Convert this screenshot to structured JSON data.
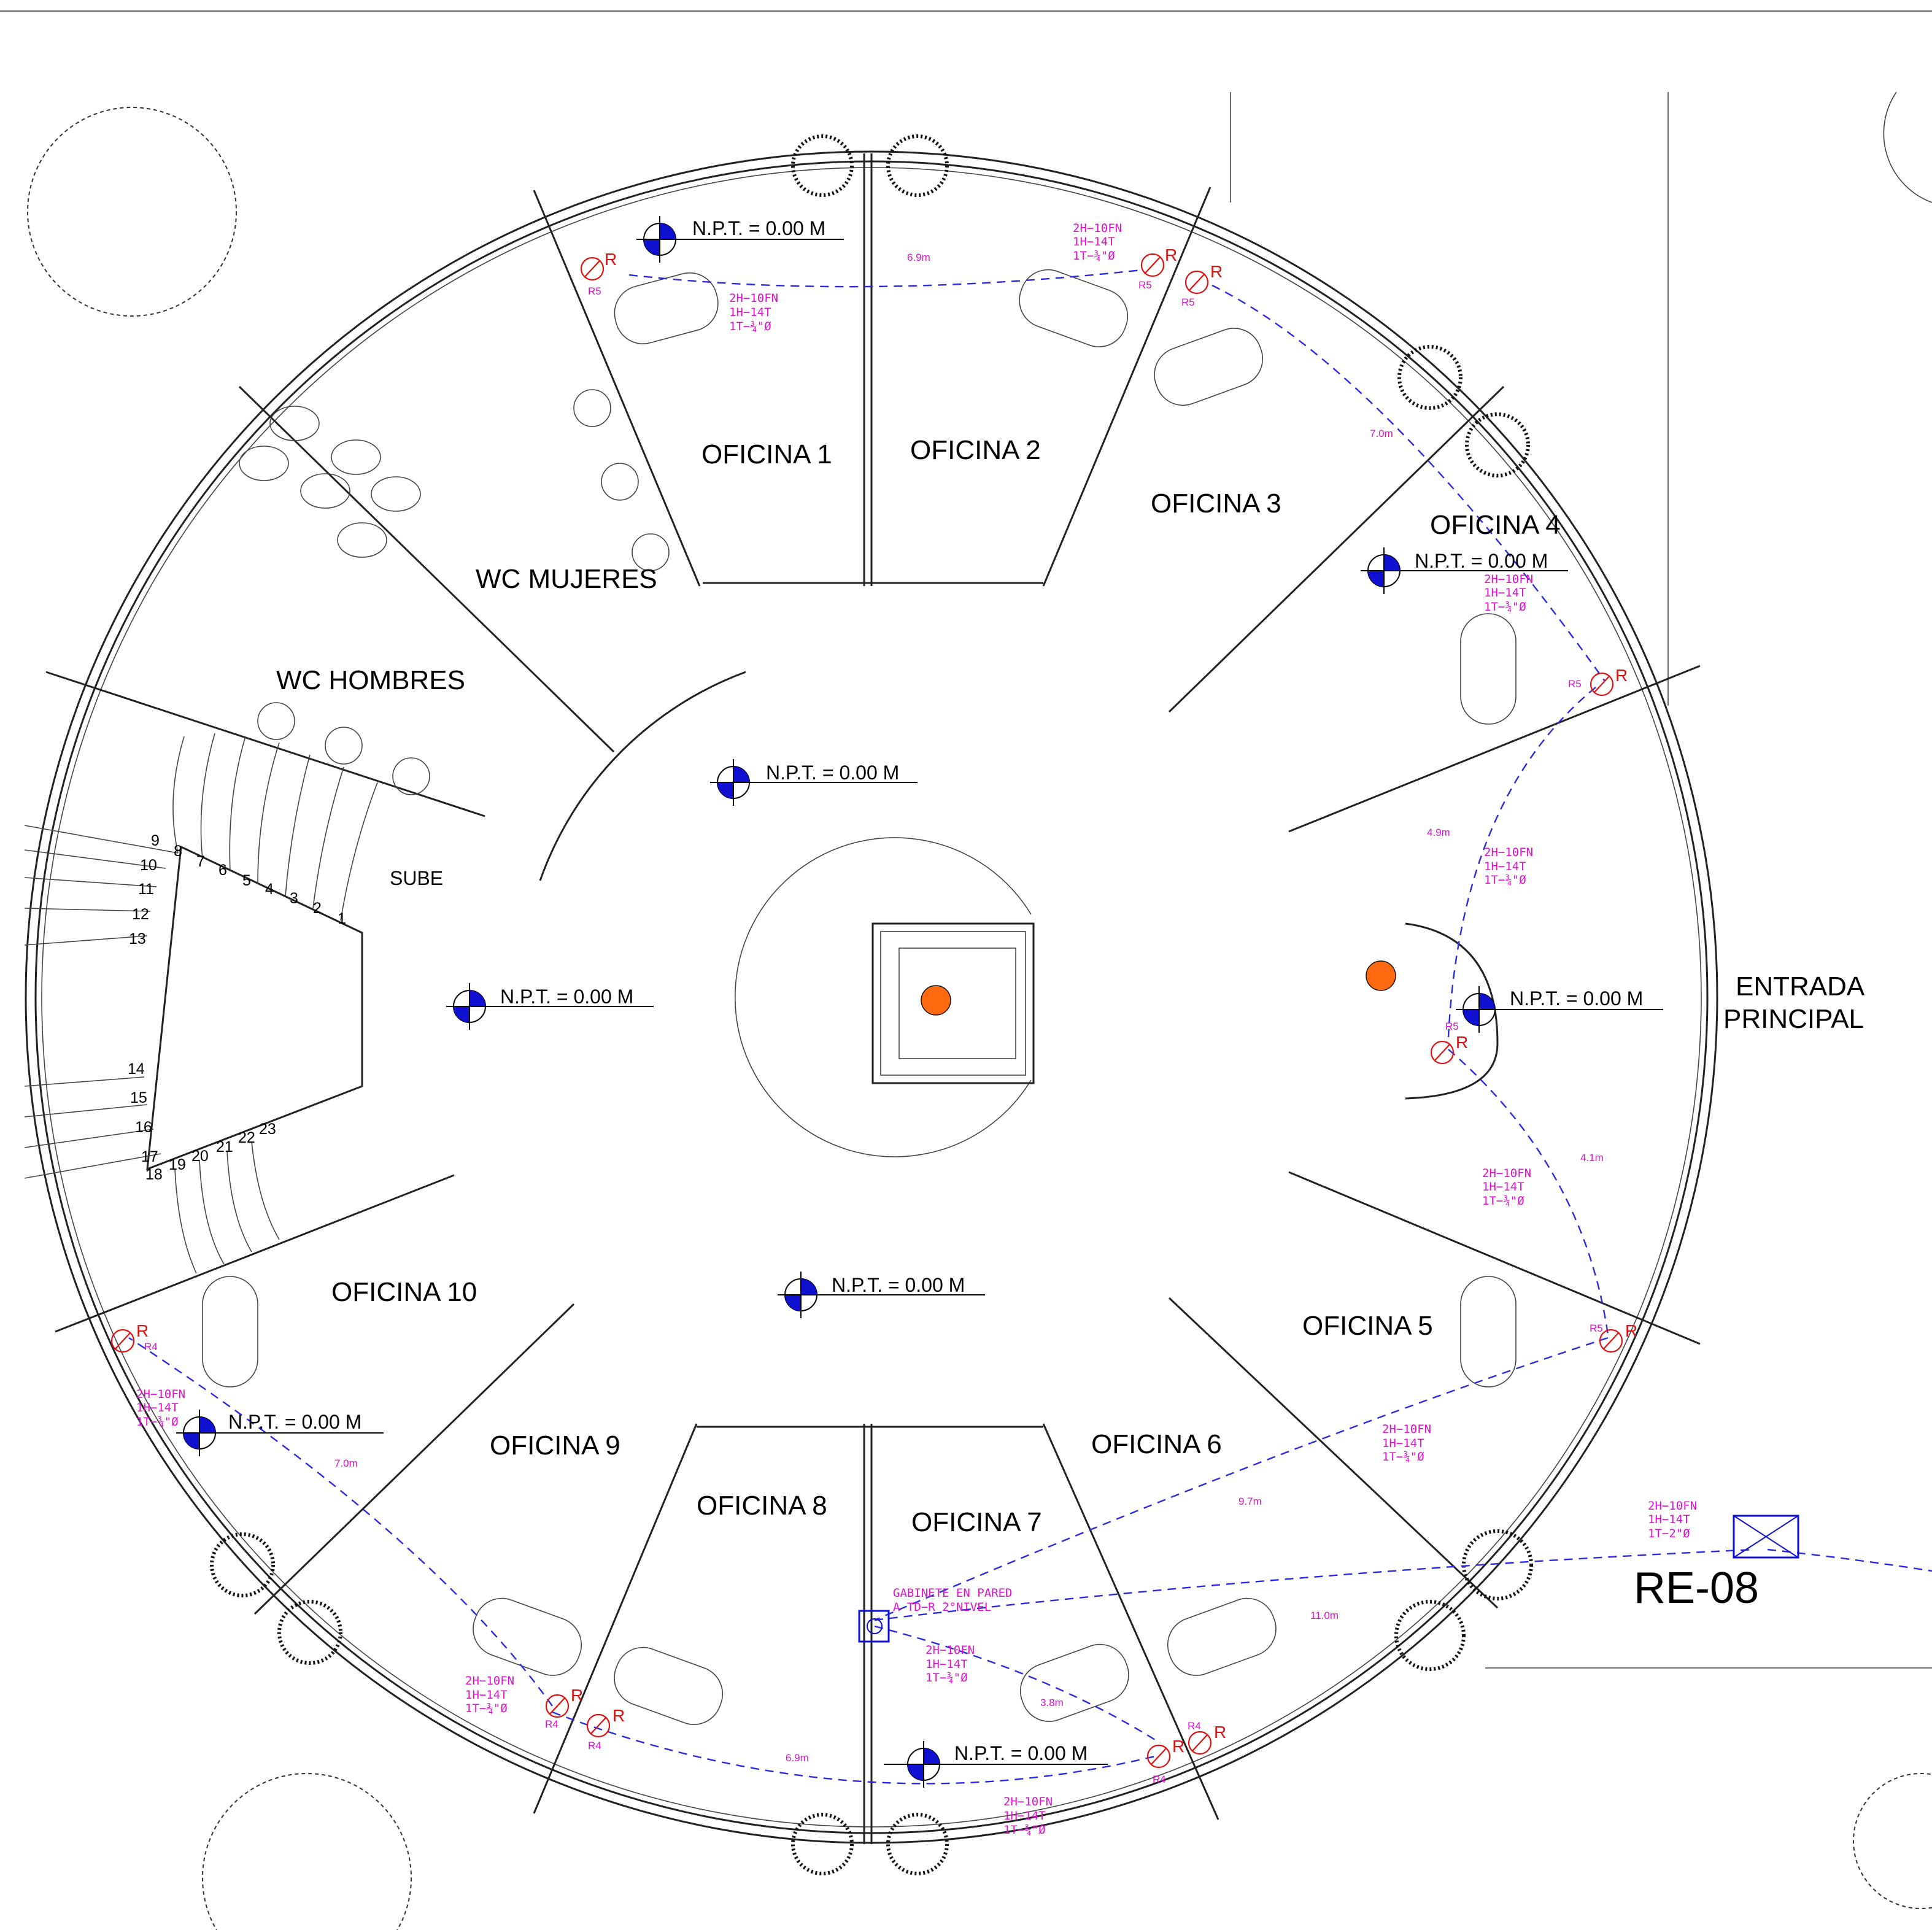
{
  "rooms": {
    "oficina_1": "OFICINA 1",
    "oficina_2": "OFICINA 2",
    "oficina_3": "OFICINA 3",
    "oficina_4": "OFICINA 4",
    "oficina_5": "OFICINA 5",
    "oficina_6": "OFICINA 6",
    "oficina_7": "OFICINA 7",
    "oficina_8": "OFICINA 8",
    "oficina_9": "OFICINA 9",
    "oficina_10": "OFICINA 10",
    "wc_mujeres": "WC MUJERES",
    "wc_hombres": "WC HOMBRES",
    "sube": "SUBE",
    "entrada_line1": "ENTRADA",
    "entrada_line2": "PRINCIPAL"
  },
  "level_label": "N.P.T. = 0.00 M",
  "outlet_letter": "R",
  "outlet_tags": {
    "r5": "R5",
    "r4": "R4"
  },
  "cable_spec": {
    "line1": "2H−10FN",
    "line2": "1H−14T",
    "line3": "1T−¾\"Ø"
  },
  "cable_spec_main": {
    "line1": "2H−10FN",
    "line2": "1H−14T",
    "line3": "1T−2\"Ø"
  },
  "cabinet_note": {
    "line1": "GABINETE EN PARED",
    "line2": "A TD−R 2°NIVEL"
  },
  "distances": {
    "d1": "6.9m",
    "d2": "7.0m",
    "d3": "4.9m",
    "d4": "4.1m",
    "d5": "9.7m",
    "d6": "11.0m",
    "d7": "3.8m",
    "d8": "6.9m",
    "d9": "7.0m"
  },
  "stair_numbers": [
    "1",
    "2",
    "3",
    "4",
    "5",
    "6",
    "7",
    "8",
    "9",
    "10",
    "11",
    "12",
    "13",
    "14",
    "15",
    "16",
    "17",
    "18",
    "19",
    "20",
    "21",
    "22",
    "23"
  ],
  "panel_label": "RE-08",
  "colors": {
    "walls": "#222222",
    "cable": "#2a2ae0",
    "spec_text": "#e010d0",
    "outlet": "#e01010",
    "level_marker": "#1010d0"
  }
}
